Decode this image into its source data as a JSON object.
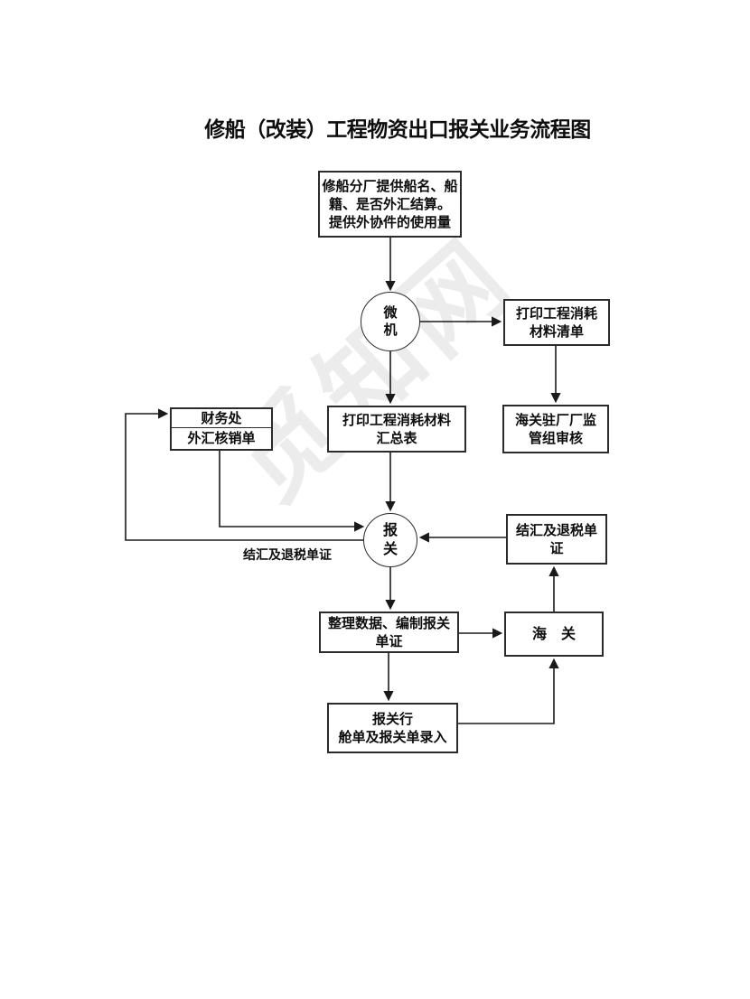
{
  "title": "修船（改装）工程物资出口报关业务流程图",
  "watermark": "觅知网",
  "nodes": {
    "branch_factory": {
      "lines": [
        "修船分厂提供船名、船",
        "籍、是否外汇结算。",
        "提供外协件的使用量"
      ]
    },
    "computer": {
      "lines": [
        "微",
        "机"
      ]
    },
    "print_list": {
      "lines": [
        "打印工程消耗",
        "材料清单"
      ]
    },
    "customs_review": {
      "lines": [
        "海关驻厂厂监",
        "管组审核"
      ]
    },
    "print_summary": {
      "lines": [
        "打印工程消耗材料",
        "汇总表"
      ]
    },
    "finance": {
      "lines": [
        "财务处",
        "外汇核销单"
      ]
    },
    "declare": {
      "lines": [
        "报",
        "关"
      ]
    },
    "settlement": {
      "lines": [
        "结汇及退税单",
        "证"
      ]
    },
    "organize": {
      "lines": [
        "整理数据、编制报关",
        "单证"
      ]
    },
    "customs": {
      "lines": [
        "海　关"
      ]
    },
    "broker": {
      "lines": [
        "报关行",
        "舱单及报关单录入"
      ]
    }
  },
  "edge_labels": {
    "settlement_docs": "结汇及退税单证"
  },
  "colors": {
    "line": "#1a1a1a",
    "box_border": "#2b2b2b",
    "text": "#111111",
    "background": "#ffffff"
  }
}
